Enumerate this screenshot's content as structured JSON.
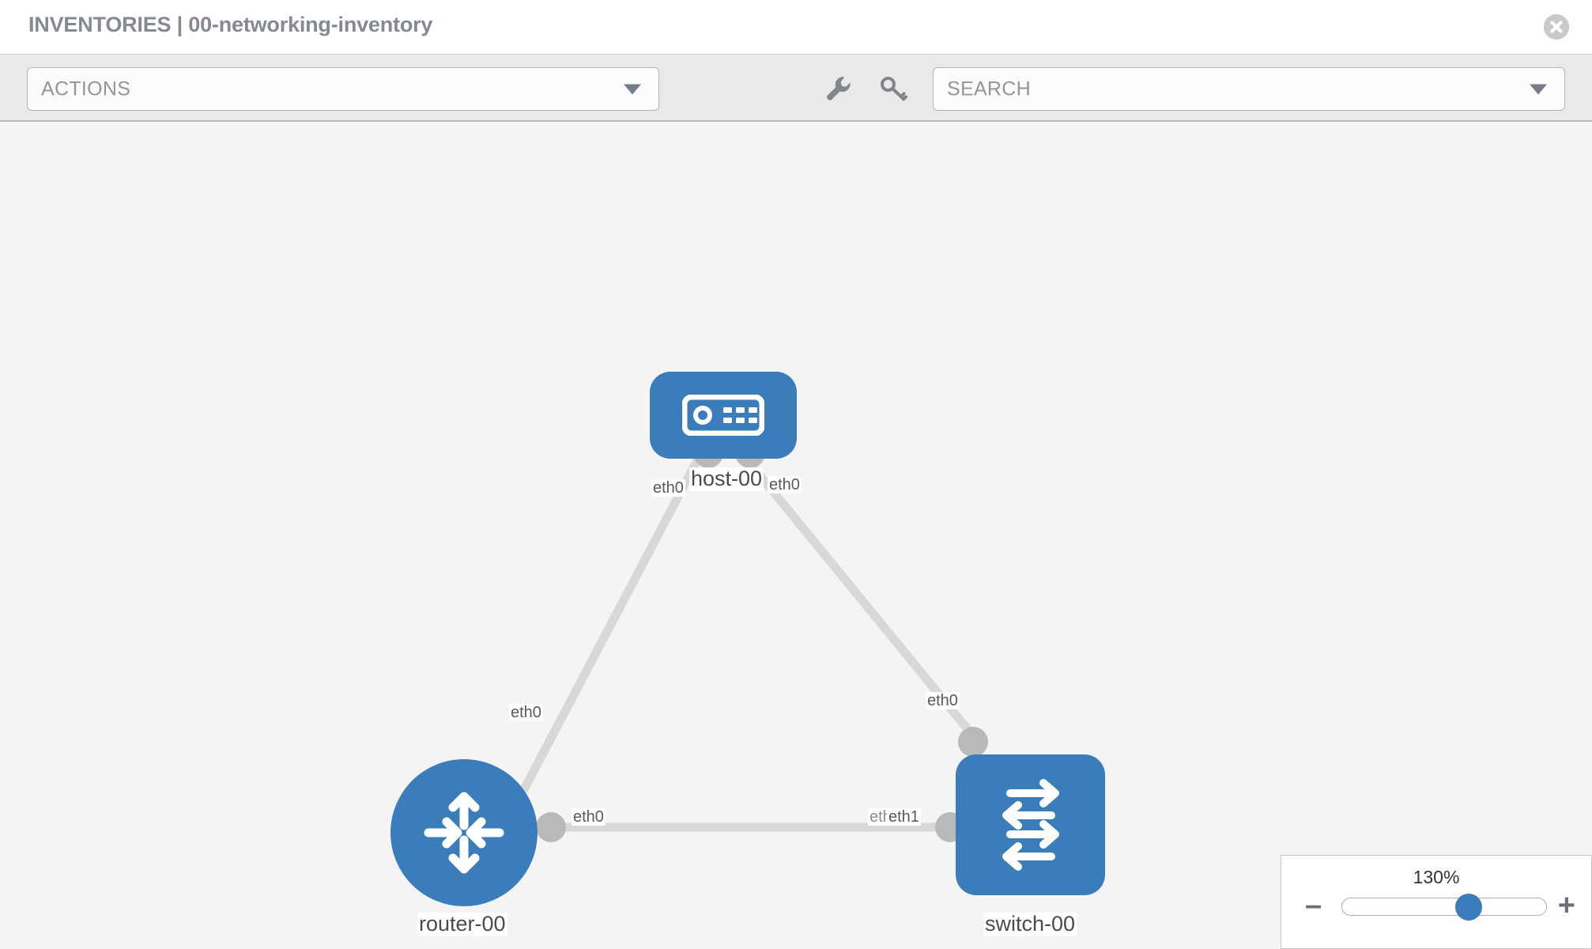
{
  "header": {
    "title": "INVENTORIES | 00-networking-inventory",
    "close_icon": "close-circle-icon"
  },
  "toolbar": {
    "actions_label": "ACTIONS",
    "actions_caret_icon": "chevron-down-icon",
    "wrench_icon": "wrench-icon",
    "key_icon": "key-icon",
    "search_placeholder": "SEARCH",
    "search_caret_icon": "chevron-down-icon"
  },
  "topology": {
    "nodes": [
      {
        "id": "host-00",
        "label": "host-00",
        "type": "host",
        "icon": "server-icon",
        "shape": "square",
        "color": "#3b7dba"
      },
      {
        "id": "router-00",
        "label": "router-00",
        "type": "router",
        "icon": "router-arrows-icon",
        "shape": "circle",
        "color": "#3b7dba"
      },
      {
        "id": "switch-00",
        "label": "switch-00",
        "type": "switch",
        "icon": "switch-arrows-icon",
        "shape": "square",
        "color": "#3b7dba"
      }
    ],
    "edges": [
      {
        "from": "host-00",
        "to": "router-00",
        "from_label": "eth0",
        "to_label": "eth0"
      },
      {
        "from": "host-00",
        "to": "switch-00",
        "from_label": "eth0",
        "to_label": "eth0"
      },
      {
        "from": "router-00",
        "to": "switch-00",
        "from_label": "eth0",
        "to_label": "eth1",
        "to_label_overlap": "eth"
      }
    ],
    "edge_color": "#d8d8d8",
    "port_color": "#b9b9b9"
  },
  "zoom": {
    "percent": "130%",
    "minus_label": "–",
    "plus_label": "+",
    "value": 130,
    "min": 10,
    "max": 300
  },
  "colors": {
    "accent": "#3b7dba",
    "toolbar_bg": "#e9e9e9",
    "canvas_bg": "#f4f4f4",
    "title_text": "#848992"
  }
}
